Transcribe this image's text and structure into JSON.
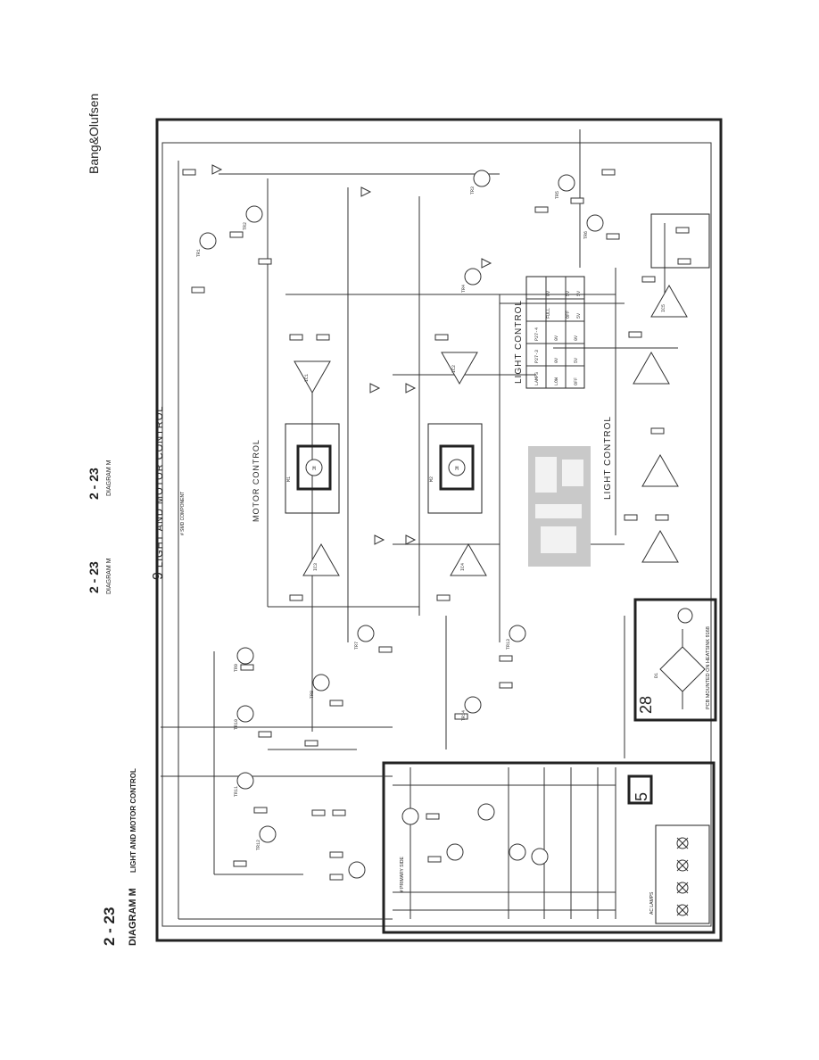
{
  "header": {
    "page_number_left": "2 - 23",
    "diagram_title": "DIAGRAM M",
    "diagram_subtitle": "LIGHT AND MOTOR CONTROL",
    "brand": "Bang&Olufsen",
    "page_ref_top": "2 - 23",
    "page_ref_top_sub": "DIAGRAM M",
    "page_ref_bottom": "2 - 23",
    "page_ref_bottom_sub": "DIAGRAM M"
  },
  "sections": {
    "main_number": "9",
    "main_title": "LIGHT AND MOTOR CONTROL",
    "smd_note": "# SMD COMPONENT",
    "motor_control": "MOTOR CONTROL",
    "light_control_table_title": "LIGHT CONTROL",
    "light_control_section": "LIGHT CONTROL",
    "section_28": "28",
    "section_28_note": "PCB MOUNTED ON HEATSINK 9168",
    "section_5": "5",
    "lamps_label": "AC LAMPS",
    "primary_label": "# PRIMARY SIDE"
  },
  "light_table": {
    "headers": [
      "LAMPS",
      "P27-3",
      "P27-4"
    ],
    "rows": [
      [
        "LOW",
        "0V",
        "0V"
      ],
      [
        "OFF",
        "5V",
        "0V"
      ],
      [
        "FULL",
        "0V",
        "5V"
      ],
      [
        "OFF",
        "5V",
        "5V"
      ]
    ]
  },
  "components": {
    "transistors": [
      "TR1",
      "TR2",
      "TR3",
      "TR4",
      "TR5",
      "TR6",
      "TR7",
      "TR8",
      "TR9",
      "TR10",
      "TR11",
      "TR12",
      "TR13",
      "TR14"
    ],
    "opamps": [
      "IC1",
      "IC2",
      "IC3",
      "IC4",
      "IC5"
    ],
    "motors": [
      "M1",
      "M2"
    ],
    "bridge": "D1"
  }
}
